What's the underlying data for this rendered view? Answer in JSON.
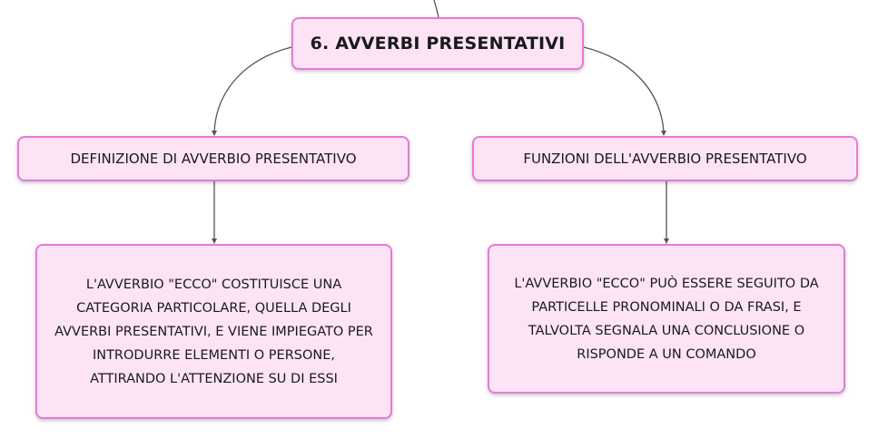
{
  "root": {
    "title": "6. AVVERBI PRESENTATIVI"
  },
  "branches": [
    {
      "label": "DEFINIZIONE DI AVVERBIO PRESENTATIVO",
      "detail": "L'AVVERBIO \"ECCO\" COSTITUISCE UNA CATEGORIA PARTICOLARE, QUELLA DEGLI AVVERBI PRESENTATIVI, E VIENE IMPIEGATO PER INTRODURRE ELEMENTI O PERSONE, ATTIRANDO L'ATTENZIONE SU DI ESSI"
    },
    {
      "label": "FUNZIONI DELL'AVVERBIO PRESENTATIVO",
      "detail": "L'AVVERBIO \"ECCO\" PUÒ ESSERE SEGUITO DA PARTICELLE PRONOMINALI O DA FRASI, E TALVOLTA SEGNALA UNA CONCLUSIONE O RISPONDE A UN COMANDO"
    }
  ],
  "colors": {
    "node_fill": "#fce4f6",
    "node_border": "#e879d9",
    "connector": "#555555"
  }
}
